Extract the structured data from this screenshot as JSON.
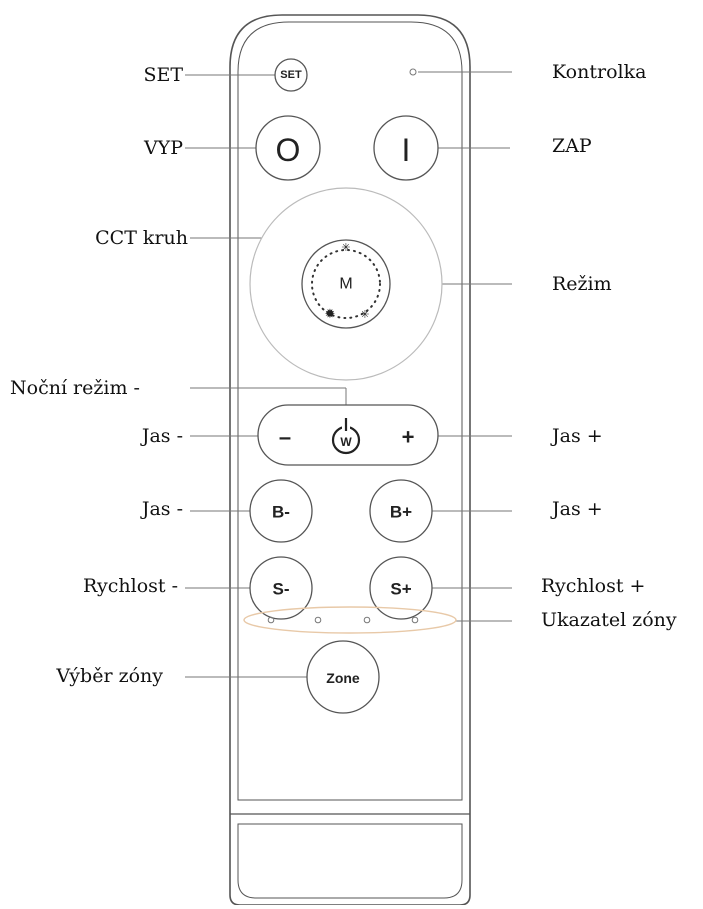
{
  "labels": {
    "set": "SET",
    "kontrolka": "Kontrolka",
    "vyp": "VYP",
    "zap": "ZAP",
    "cct_kruh": "CCT kruh",
    "rezim": "Režim",
    "nocni_rezim": "Noční režim -",
    "jas_minus_1": "Jas -",
    "jas_plus_1": "Jas +",
    "jas_minus_2": "Jas -",
    "jas_plus_2": "Jas +",
    "rychlost_minus": "Rychlost -",
    "rychlost_plus": "Rychlost +",
    "ukazatel_zony": "Ukazatel zóny",
    "vyber_zony": "Výběr zóny"
  },
  "buttons": {
    "set": "SET",
    "off": "O",
    "on": "I",
    "mode": "M",
    "minus": "–",
    "night": "W",
    "plus": "+",
    "b_minus": "B-",
    "b_plus": "B+",
    "s_minus": "S-",
    "s_plus": "S+",
    "zone": "Zone"
  },
  "colors": {
    "outline": "#555555",
    "zone_indicator": "#e8c9a8"
  }
}
